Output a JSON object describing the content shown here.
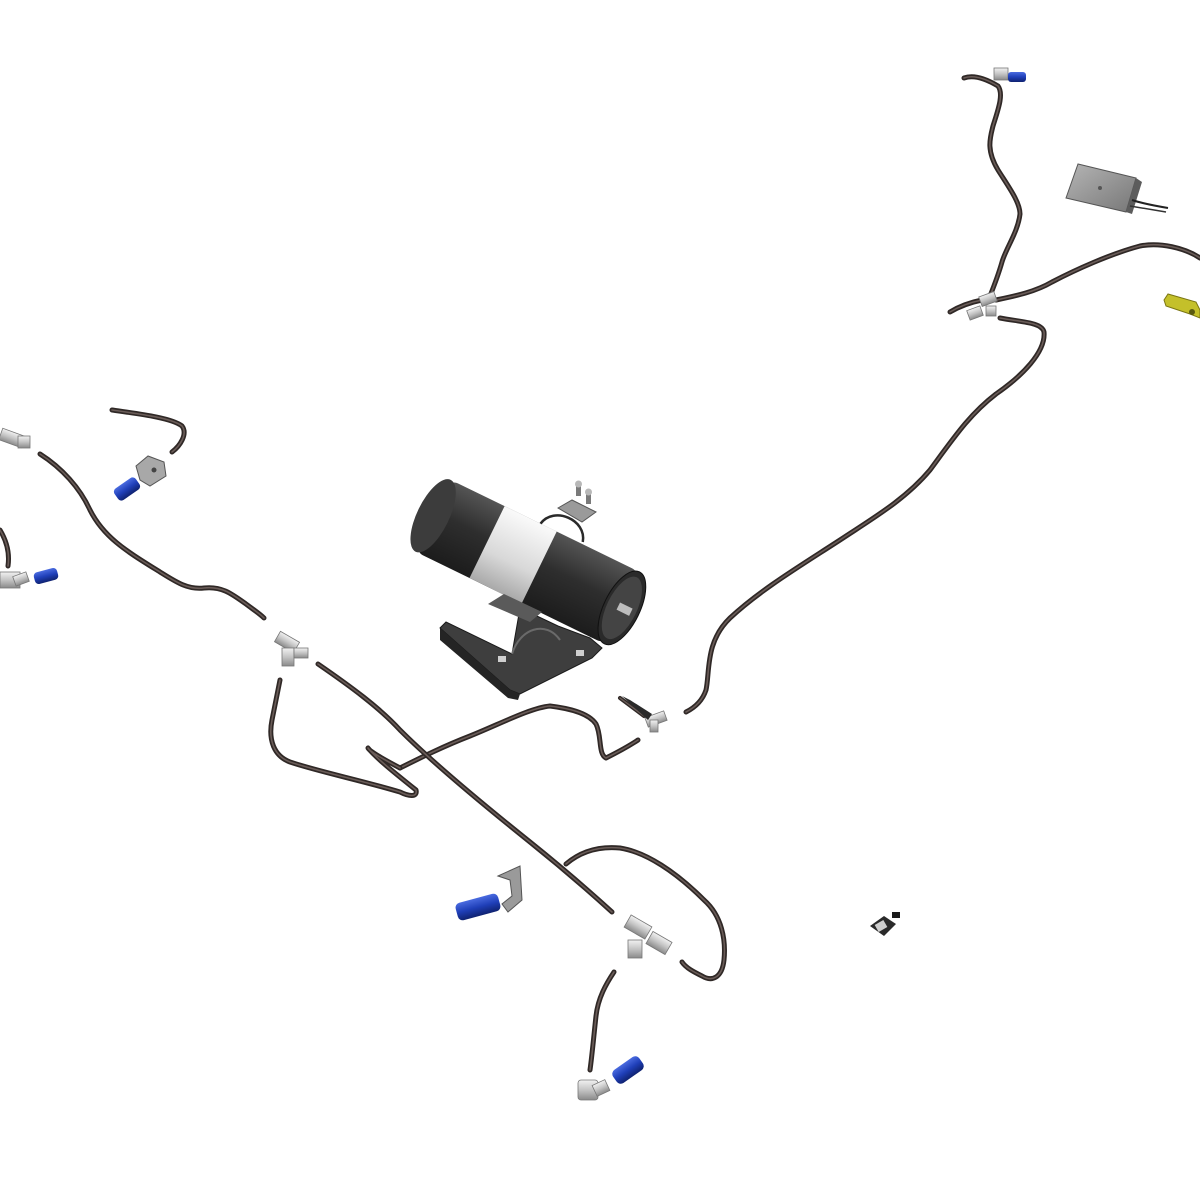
{
  "diagram": {
    "background": "#ffffff",
    "colors": {
      "pipe": "#2f2826",
      "pipe_highlight": "#6a5c58",
      "fitting_silver": "#c9c9c9",
      "fitting_blue": "#1f3fb8",
      "tank_body": "#3a3a3a",
      "tank_band": "#e6e6e6",
      "bracket_dark": "#3e3e3e",
      "module_gray": "#8f8f8f",
      "lever_yellow": "#c4c02a"
    },
    "components": [
      "air-reservoir-tank",
      "tank-mounting-cradle",
      "mounting-clip",
      "bolt",
      "control-module",
      "lever-arm",
      "pressure-sensor",
      "tee-fitting",
      "elbow-fitting",
      "blue-connector",
      "mounting-bracket",
      "air-line-pipe"
    ]
  }
}
